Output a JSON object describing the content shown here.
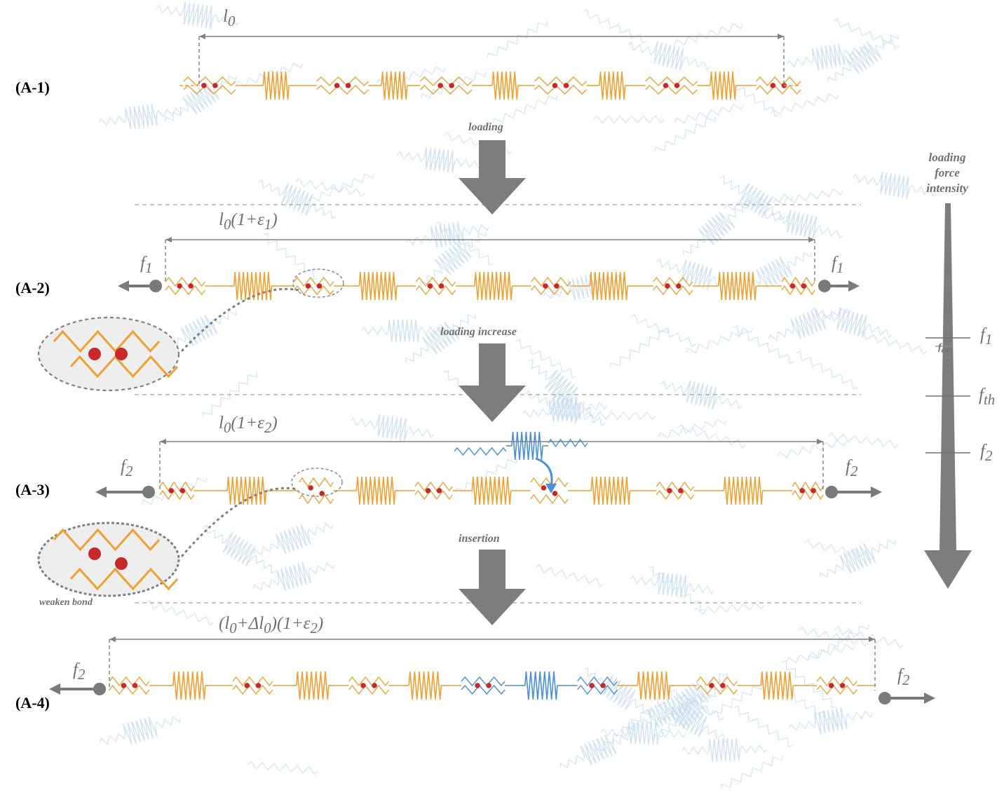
{
  "rows": {
    "a1": "(A-1)",
    "a2": "(A-2)",
    "a3": "(A-3)",
    "a4": "(A-4)"
  },
  "lengths": {
    "a1": "l0",
    "a2": "l0(1+ε1)",
    "a3": "l0(1+ε2)",
    "a4": "(l0+Δl0)(1+ε2)"
  },
  "steps": {
    "loading": "loading",
    "loading_increase": "loading increase",
    "insertion": "insertion"
  },
  "forces": {
    "f1": "f1",
    "f2": "f2",
    "fth": "fth",
    "fcx": "fcx"
  },
  "scale_title": [
    "loading",
    "force",
    "intensity"
  ],
  "annotations": {
    "weaken_bond": "weaken bond"
  },
  "colors": {
    "chain": "#f0a030",
    "bead": "#c8282c",
    "inserted": "#4a90d9",
    "background_chain": "#c8dcf2",
    "arrow": "#7a7a7a",
    "line": "#808080"
  }
}
